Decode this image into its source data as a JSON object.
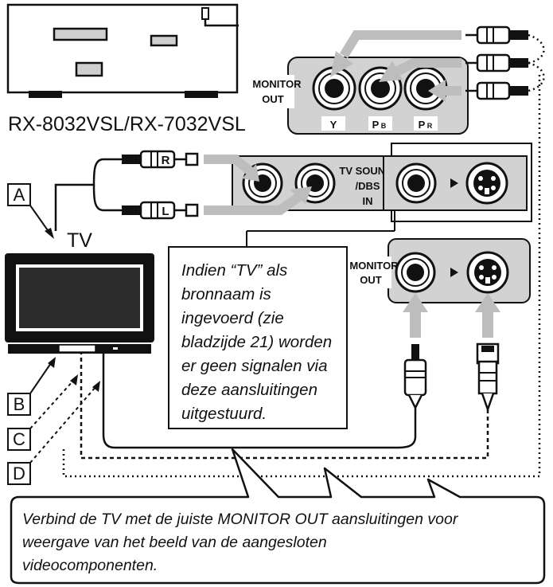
{
  "receiver": {
    "model_label": "RX-8032VSL/RX-7032VSL"
  },
  "tv": {
    "label": "TV"
  },
  "component_panel": {
    "section_label_line1": "MONITOR",
    "section_label_line2": "OUT",
    "jack_y": "Y",
    "jack_pb": "P",
    "jack_pb_sub": "B",
    "jack_pr": "P",
    "jack_pr_sub": "R"
  },
  "audio_panel": {
    "label_line1": "TV SOUND",
    "label_line2": "/DBS",
    "label_line3": "IN",
    "plug_r": "R",
    "plug_l": "L"
  },
  "video_panel": {
    "label_line1": "MONITOR",
    "label_line2": "OUT"
  },
  "callout_letters": {
    "a": "A",
    "b": "B",
    "c": "C",
    "d": "D"
  },
  "note_box": {
    "lines": [
      "Indien “TV” als",
      "bronnaam is",
      "ingevoerd (zie",
      "bladzijde 21) worden",
      "er geen signalen via",
      "deze aansluitingen",
      "uitgestuurd."
    ]
  },
  "speech_bubble": {
    "lines": [
      "Verbind de TV met de juiste MONITOR OUT aansluitingen voor",
      "weergave van het beeld van de aangesloten",
      "videocomponenten."
    ]
  },
  "colors": {
    "panel_gray": "#d2d2d2",
    "arrow_gray": "#bdbdbd",
    "line": "#111111"
  }
}
